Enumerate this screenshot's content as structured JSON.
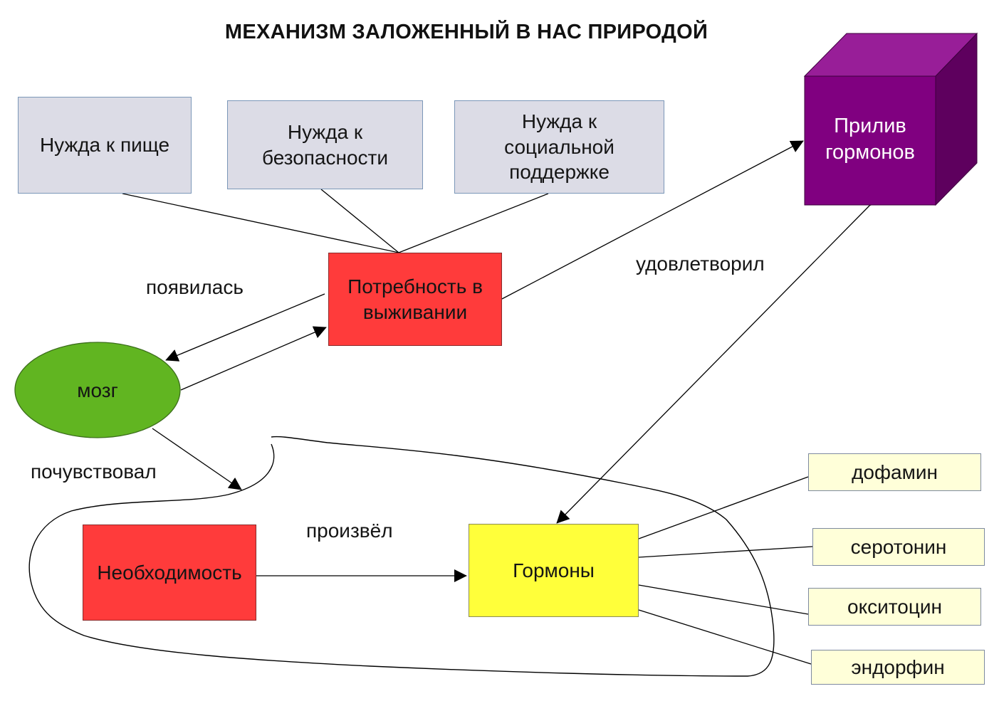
{
  "title": "МЕХАНИЗМ ЗАЛОЖЕННЫЙ В НАС ПРИРОДОЙ",
  "needs": [
    {
      "lines": [
        "Нужда к пище"
      ]
    },
    {
      "lines": [
        "Нужда к",
        "безопасности"
      ]
    },
    {
      "lines": [
        "Нужда к",
        "социальной",
        "поддержке"
      ]
    }
  ],
  "survival_need": {
    "lines": [
      "Потребность в",
      "выживании"
    ]
  },
  "brain": {
    "label": "мозг"
  },
  "necessity": {
    "label": "Необходимость"
  },
  "hormones": {
    "label": "Гормоны"
  },
  "hormone_surge": {
    "lines": [
      "Прилив",
      "гормонов"
    ]
  },
  "hormone_list": [
    "дофамин",
    "серотонин",
    "окситоцин",
    "эндорфин"
  ],
  "edge_labels": {
    "appeared": "появилась",
    "felt": "почувствовал",
    "produced": "произвёл",
    "satisfied": "удовлетворил"
  },
  "colors": {
    "need_fill": "#dcdce6",
    "red_fill": "#ff3b3b",
    "yellow_fill": "#ffff3a",
    "hormone_fill": "#ffffd9",
    "brain_fill": "#61b521",
    "cube_front": "#800080",
    "cube_top": "#981e98",
    "cube_side": "#5e005e"
  }
}
